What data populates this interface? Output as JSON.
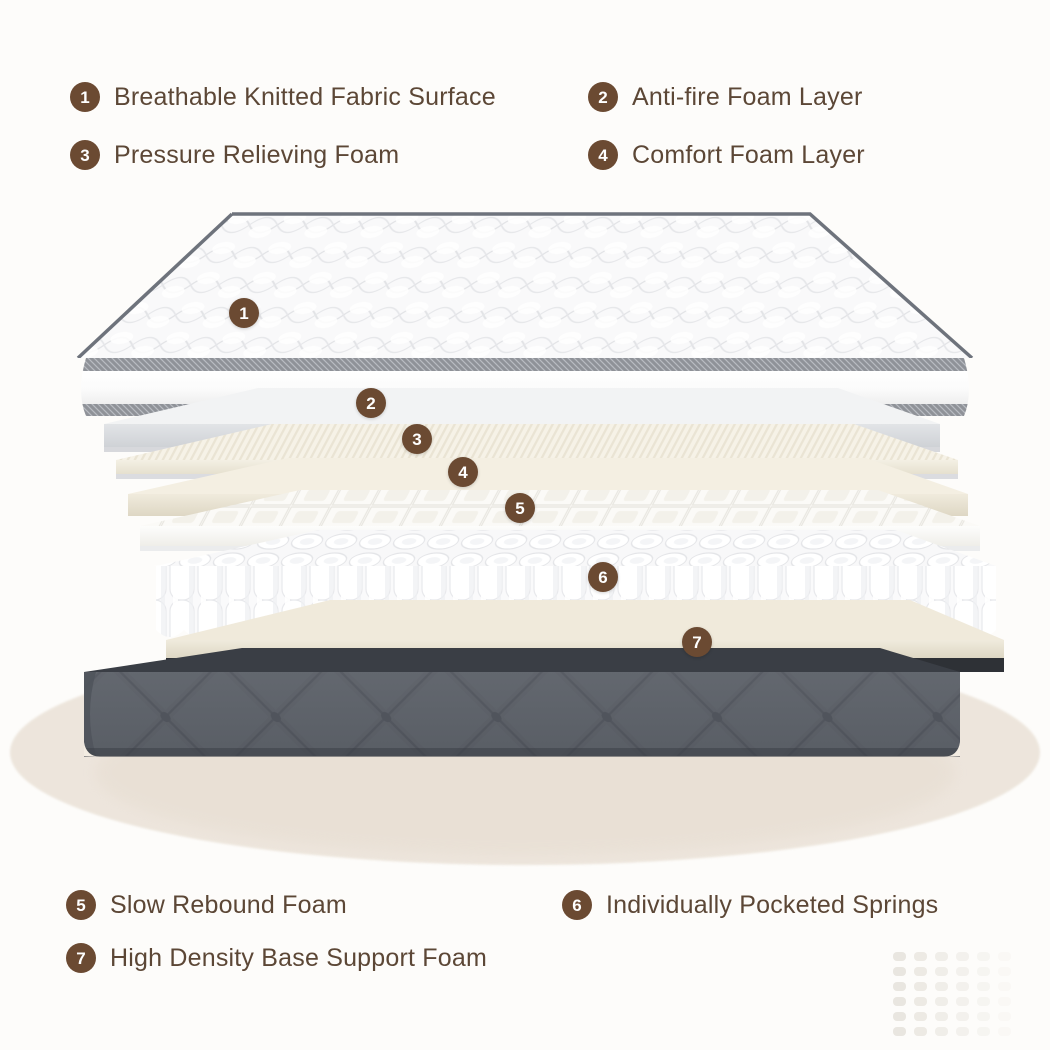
{
  "legend": {
    "top": [
      {
        "num": "1",
        "label": "Breathable Knitted Fabric Surface"
      },
      {
        "num": "2",
        "label": "Anti-fire Foam Layer"
      },
      {
        "num": "3",
        "label": "Pressure Relieving Foam"
      },
      {
        "num": "4",
        "label": "Comfort Foam Layer"
      }
    ],
    "bottom": [
      {
        "num": "5",
        "label": "Slow Rebound Foam"
      },
      {
        "num": "6",
        "label": "Individually Pocketed Springs"
      },
      {
        "num": "7",
        "label": "High Density Base Support Foam"
      }
    ]
  },
  "callouts": [
    {
      "num": "1",
      "layer": "Breathable Knitted Fabric Surface"
    },
    {
      "num": "2",
      "layer": "Anti-fire Foam Layer"
    },
    {
      "num": "3",
      "layer": "Pressure Relieving Foam"
    },
    {
      "num": "4",
      "layer": "Comfort Foam Layer"
    },
    {
      "num": "5",
      "layer": "Slow Rebound Foam"
    },
    {
      "num": "6",
      "layer": "Individually Pocketed Springs"
    },
    {
      "num": "7",
      "layer": "High Density Base Support Foam"
    }
  ],
  "colors": {
    "badge": "#6b4a32",
    "text": "#5c4736",
    "background": "#fdfcfa",
    "shadow": "#ece4da",
    "quilt_top": "#f7f7f8",
    "piping": "#8d9097",
    "foam_cream": "#efe9dc",
    "foam_light_gray": "#dcdee1",
    "spring_white": "#fbfbfc",
    "base_fabric": "#5b5f67"
  },
  "layers_order": [
    "Breathable Knitted Fabric Surface",
    "Anti-fire Foam Layer",
    "Pressure Relieving Foam",
    "Comfort Foam Layer",
    "Slow Rebound Foam",
    "Individually Pocketed Springs",
    "High Density Base Support Foam"
  ]
}
